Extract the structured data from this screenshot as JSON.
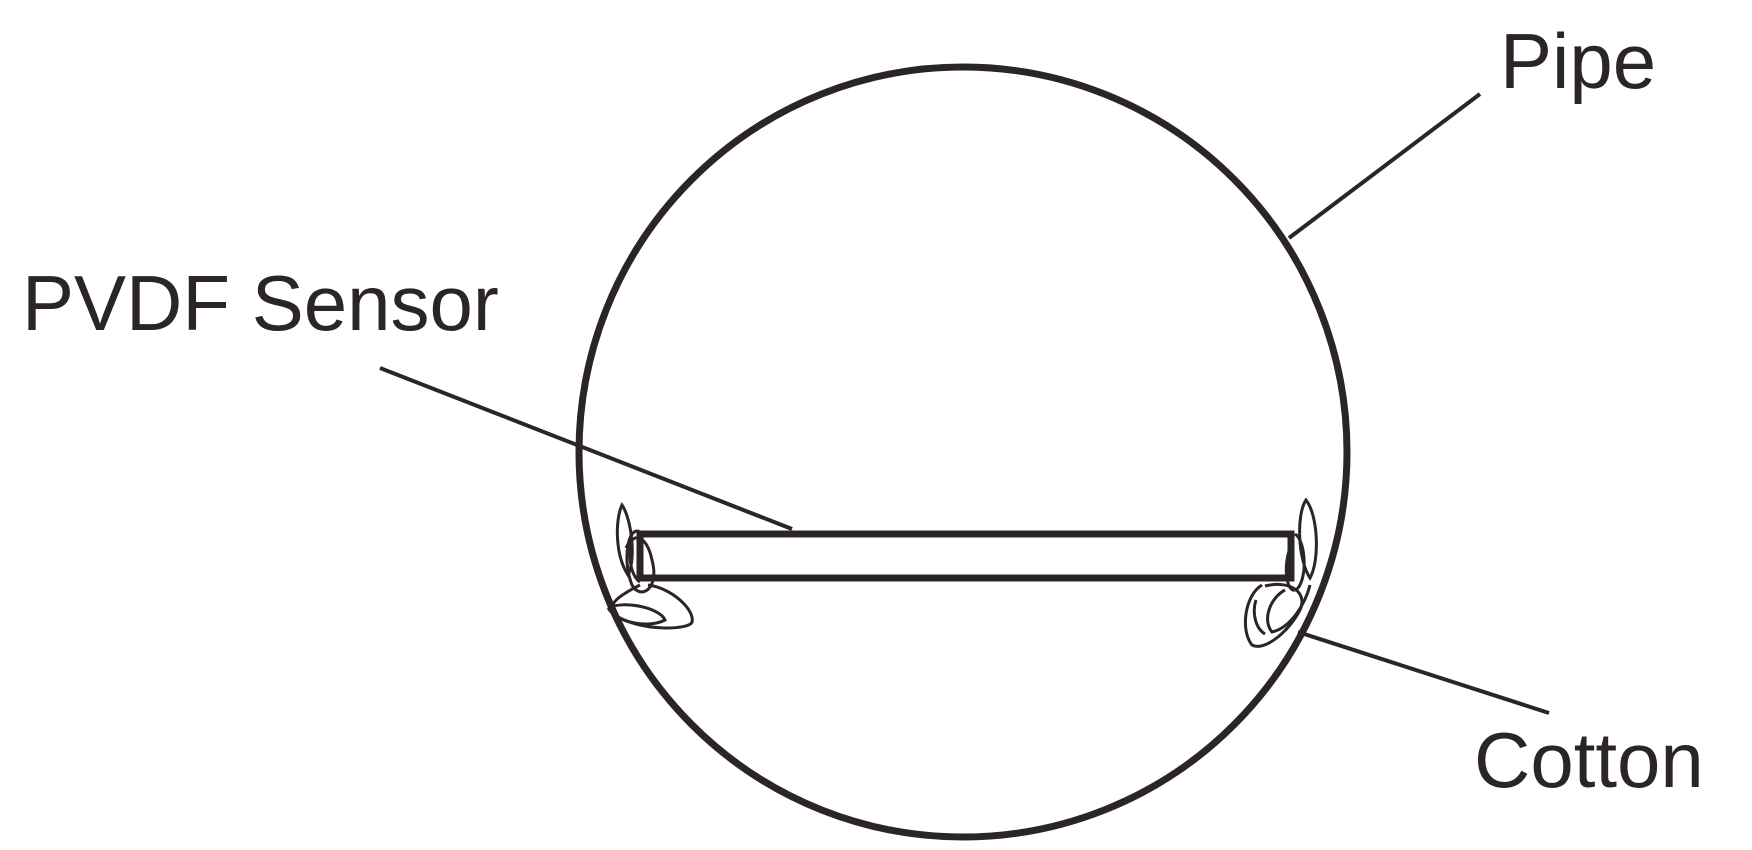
{
  "labels": {
    "pipe": "Pipe",
    "pvdf_sensor": "PVDF Sensor",
    "cotton": "Cotton"
  },
  "colors": {
    "line": "#2b2625",
    "background": "#ffffff"
  }
}
